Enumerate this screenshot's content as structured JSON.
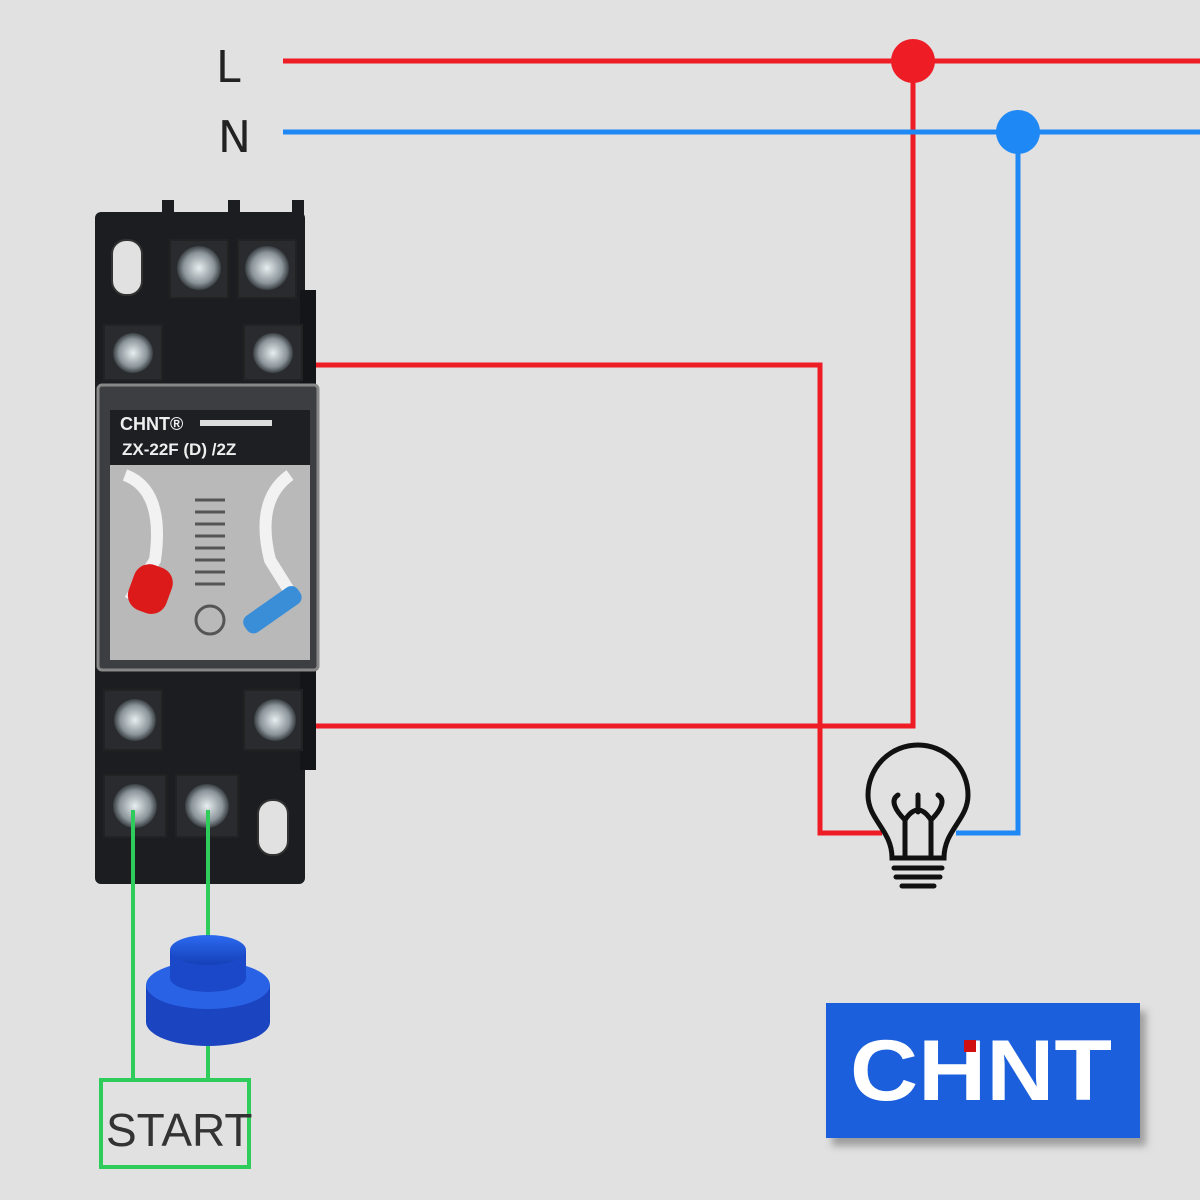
{
  "lines": {
    "live_label": "L",
    "neutral_label": "N"
  },
  "relay": {
    "brand": "CHNT®",
    "model": "ZX-22F (D) /2Z"
  },
  "switch": {
    "label": "START"
  },
  "logo": {
    "text": "CHNT"
  },
  "colors": {
    "live_wire": "#ee1c25",
    "neutral_wire": "#1e88f5",
    "control_wire": "#2ecc5a",
    "logo_background": "#1a5fdc",
    "button": "#1a50d8"
  },
  "icons": [
    "relay-icon",
    "light-bulb-icon",
    "push-button-icon"
  ]
}
